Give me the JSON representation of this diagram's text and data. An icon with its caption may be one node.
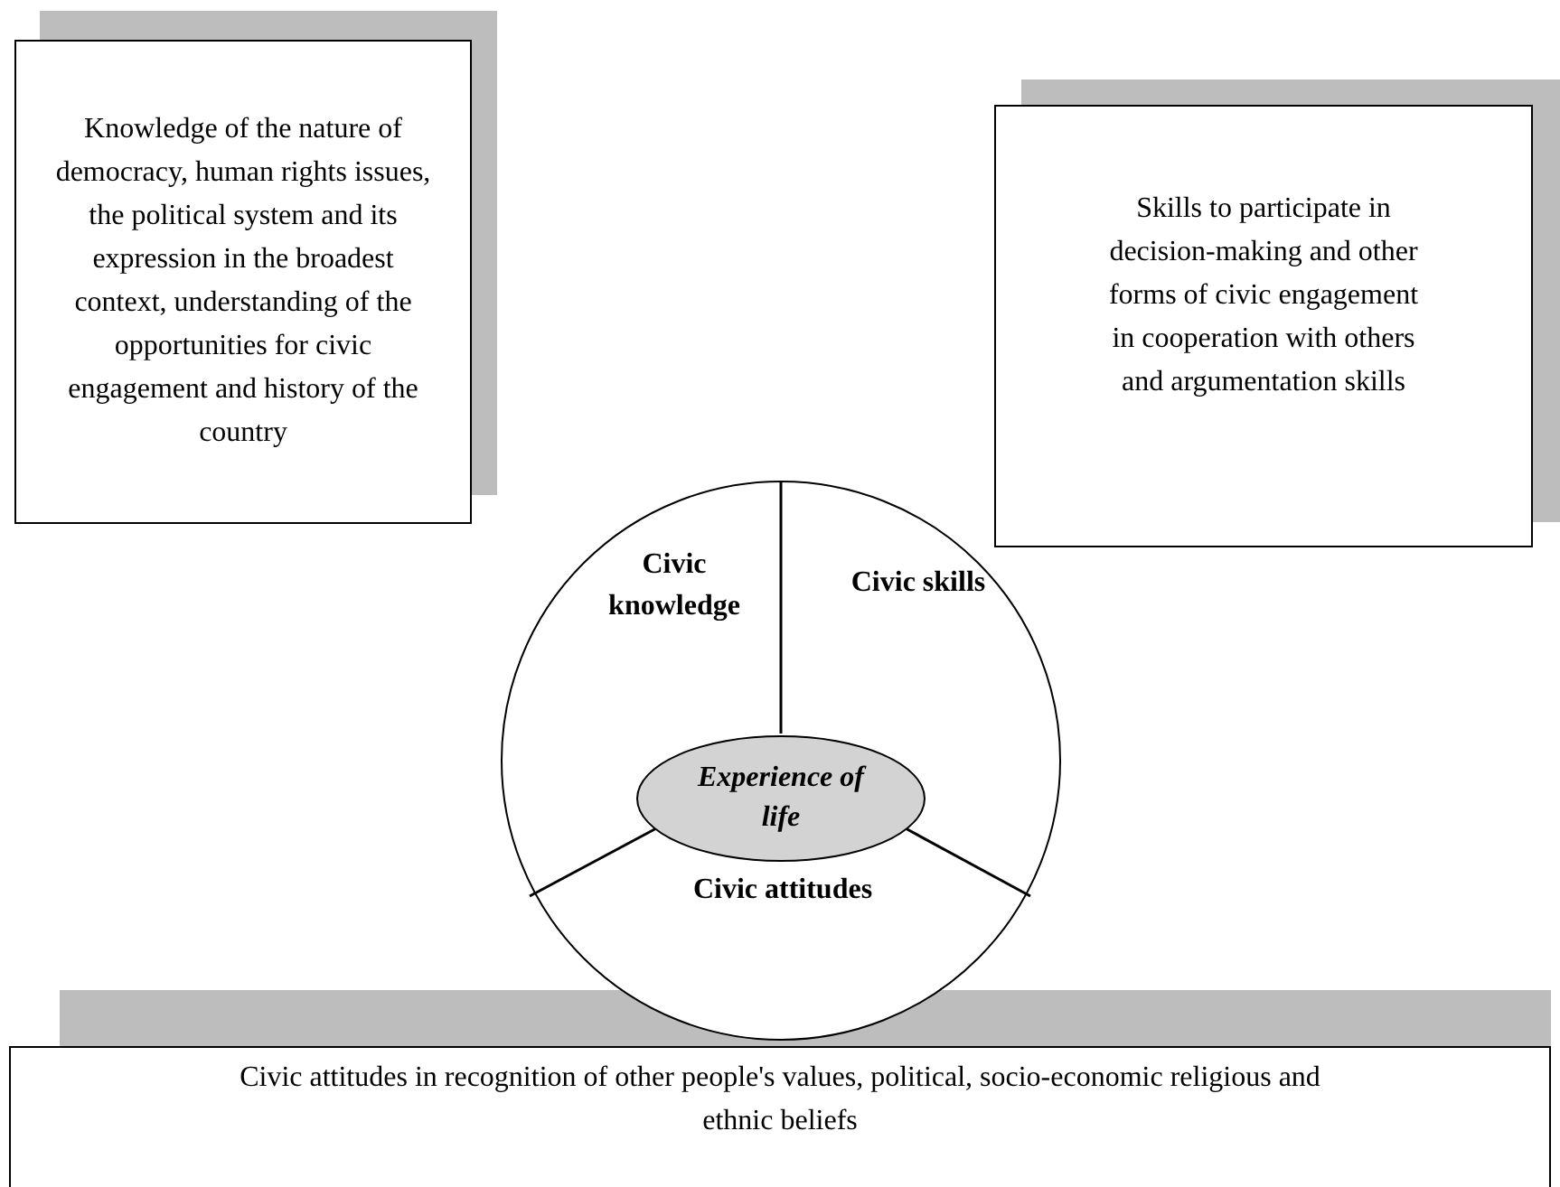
{
  "diagram": {
    "nodes": [
      {
        "text": [
          "Knowledge of the nature of democracy, human rights issues, the political system and its expression in the broadest context, understanding of the opportunities for civic engagement and history of the country"
        ]
      },
      {
        "text": [
          "Skills to participate in decision-making and other forms of civic engagement in cooperation with others and argumentation skills"
        ]
      },
      {
        "text": [],
        "shape": "circle"
      },
      {
        "text": [
          "Civic knowledge"
        ],
        "in": 2
      },
      {
        "text": [
          "Civic skills"
        ],
        "in": 2
      },
      {
        "text": [
          "Civic attitudes"
        ],
        "in": 2
      },
      {
        "text": [
          "Experience of life"
        ],
        "in": 2
      },
      {
        "text": [
          "Civic attitudes in recognition of other people's values, political, socio-economic religious and ethnic beliefs"
        ]
      }
    ],
    "edges": []
  }
}
